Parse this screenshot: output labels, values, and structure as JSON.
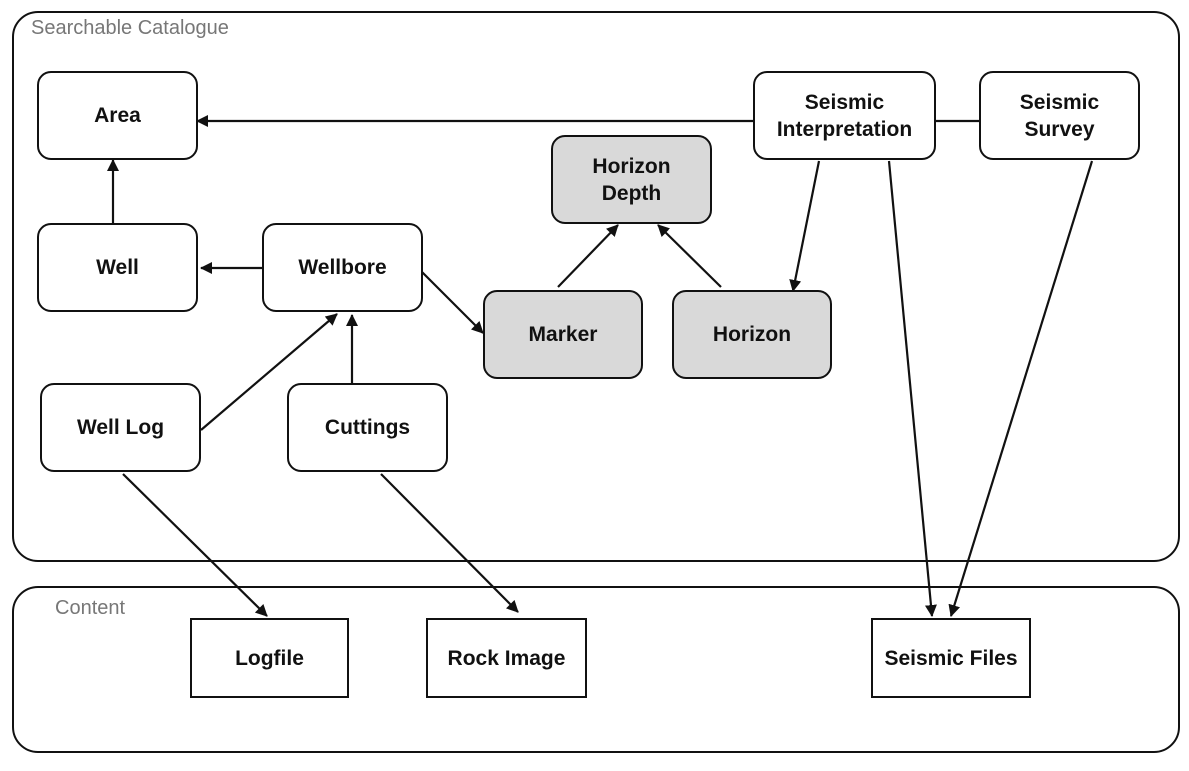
{
  "groups": {
    "catalogue": {
      "label": "Searchable Catalogue"
    },
    "content": {
      "label": "Content"
    }
  },
  "nodes": {
    "area": "Area",
    "well": "Well",
    "wellbore": "Wellbore",
    "well_log": "Well Log",
    "cuttings": "Cuttings",
    "horizon_depth": "Horizon\nDepth",
    "marker": "Marker",
    "horizon": "Horizon",
    "seismic_interpretation": "Seismic\nInterpretation",
    "seismic_survey": "Seismic\nSurvey",
    "logfile": "Logfile",
    "rock_image": "Rock Image",
    "seismic_files": "Seismic Files"
  },
  "colors": {
    "line": "#111111",
    "shaded_fill": "#d9d9d9",
    "group_label": "#777777"
  }
}
